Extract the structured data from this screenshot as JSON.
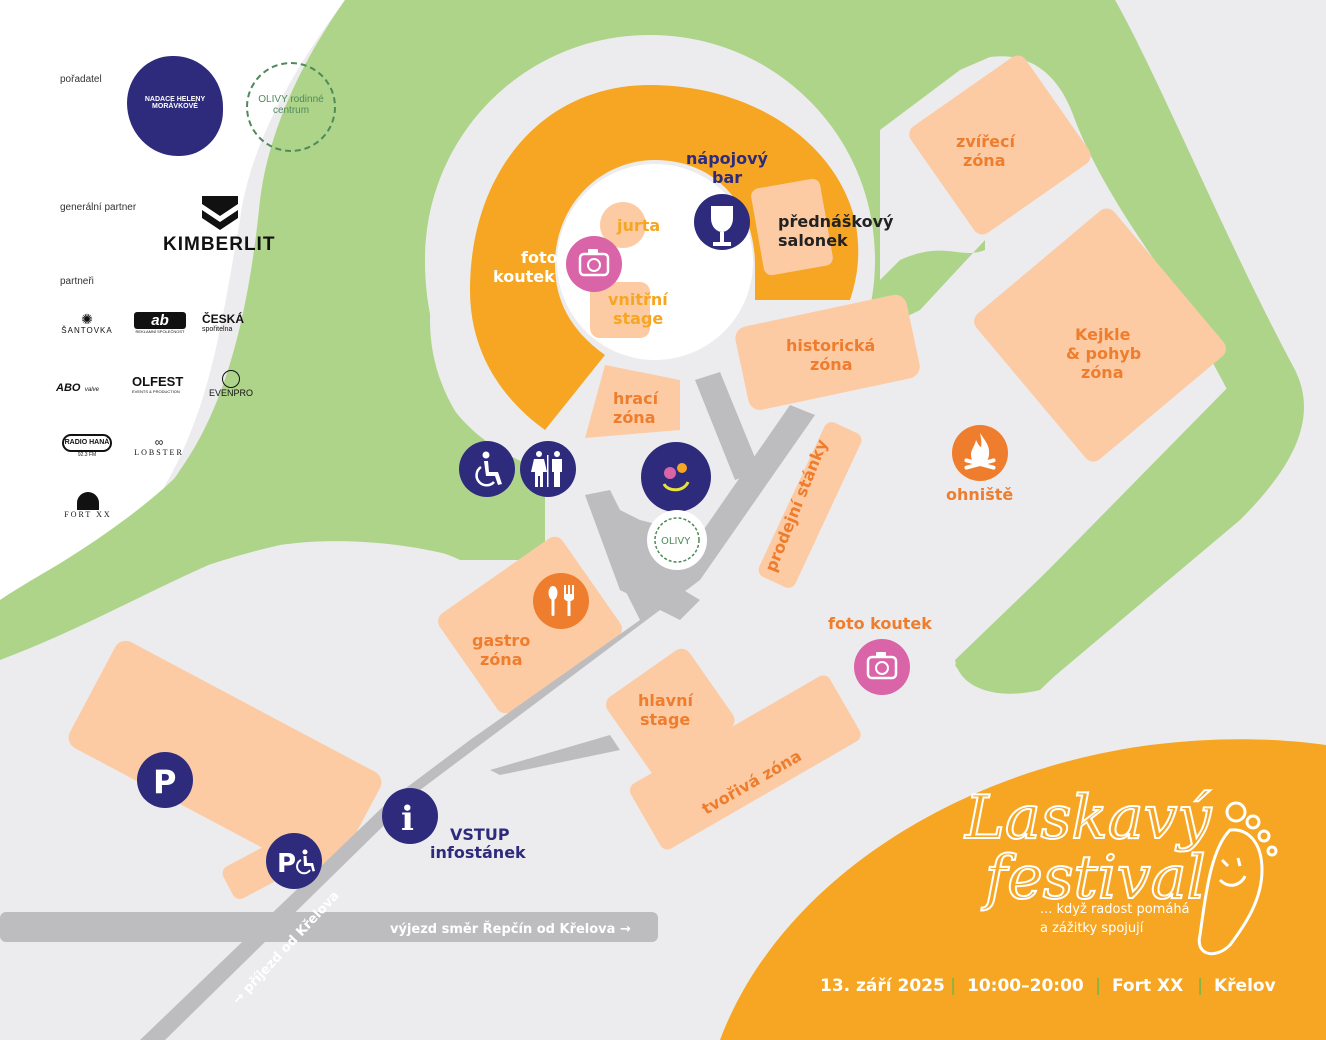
{
  "colors": {
    "orange": "#f6a623",
    "peach": "#fccba4",
    "green": "#aed48a",
    "navy": "#2e2b7d",
    "pink": "#da64a8",
    "road": "#bdbdc0",
    "ground": "#ececee"
  },
  "sponsors": {
    "organizer_label": "pořadatel",
    "general_partner_label": "generální partner",
    "partners_label": "partneři",
    "organizers": [
      "NADACE HELENY MORÁVKOVÉ",
      "OLIVY rodinné centrum"
    ],
    "general_partner": "KIMBERLIT",
    "partners": [
      {
        "name": "ŠANTOVKA",
        "icon": "santovka-logo-icon"
      },
      {
        "name": "ab",
        "sub": "REKLAMNÍ SPOLEČNOST",
        "icon": "ab-logo-icon"
      },
      {
        "name": "ČESKÁ",
        "sub": "spořitelna",
        "icon": "ceska-sporitelna-logo-icon"
      },
      {
        "name": "ABO",
        "sub": "valve",
        "icon": "abo-valve-logo-icon"
      },
      {
        "name": "OLFEST",
        "sub": "EVENTS & PRODUCTION",
        "icon": "olfest-logo-icon"
      },
      {
        "name": "EVENPRO",
        "icon": "evenpro-logo-icon"
      },
      {
        "name": "RADIO HANÁ",
        "sub": "92.3 FM",
        "icon": "radio-hana-logo-icon"
      },
      {
        "name": "LOBSTER",
        "icon": "lobster-logo-icon"
      },
      {
        "name": "FORT XX",
        "icon": "fort-xx-logo-icon"
      }
    ]
  },
  "zones": {
    "jurta": "jurta",
    "napojovy_bar": [
      "nápojový",
      "bar"
    ],
    "prednaskovy_salonek": [
      "přednáškový",
      "salonek"
    ],
    "foto_koutek_1": [
      "foto",
      "koutek"
    ],
    "vnitrni_stage": [
      "vnitřní",
      "stage"
    ],
    "historicka_zona": [
      "historická",
      "zóna"
    ],
    "hraci_zona": [
      "hrací",
      "zóna"
    ],
    "zviraci_zona": [
      "zvířecí",
      "zóna"
    ],
    "kejkle_zona": [
      "Kejkle",
      "& pohyb",
      "zóna"
    ],
    "ohniste": "ohniště",
    "prodejni_stanky": "prodejní stánky",
    "foto_koutek_2": "foto koutek",
    "gastro_zona": [
      "gastro",
      "zóna"
    ],
    "hlavni_stage": [
      "hlavní",
      "stage"
    ],
    "tvoriva_zona": "tvořivá zóna",
    "vstup": [
      "VSTUP",
      "infostánek"
    ]
  },
  "icons": {
    "parking": "P",
    "parking_accessible": "P",
    "info": "i",
    "accessibility": "wheelchair-icon",
    "toilets": "toilets-icon",
    "drink": "wine-glass-icon",
    "camera": "camera-icon",
    "food": "fork-spoon-icon",
    "fire": "campfire-icon"
  },
  "roads": {
    "exit": "výjezd směr Řepčín od Křelova →",
    "access": "→ příjezd od Křelova"
  },
  "festival": {
    "title_line1": "Laskavý",
    "title_line2": "festival",
    "tagline_line1": "... když radost pomáhá",
    "tagline_line2": "a zážitky spojují",
    "date": "13. září 2025",
    "time": "10:00–20:00",
    "venue": "Fort XX",
    "place": "Křelov",
    "separator": "|"
  }
}
